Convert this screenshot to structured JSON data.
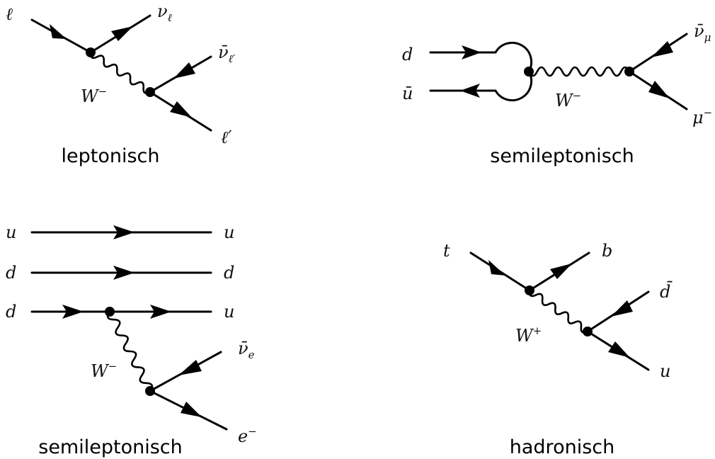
{
  "diagrams": {
    "leptonic": {
      "caption": "leptonisch",
      "in_label": "ℓ",
      "nu_label": "ν",
      "nu_sub": "ℓ",
      "anti_nu_label": "ν̄",
      "anti_nu_sub": "ℓ′",
      "out_label": "ℓ′",
      "boson": "W",
      "boson_charge": "−"
    },
    "semileptonic_meson": {
      "caption": "semileptonisch",
      "quark_label": "d",
      "antiquark_label": "ū",
      "anti_nu_label": "ν̄",
      "anti_nu_sub": "μ",
      "lepton_label": "μ",
      "lepton_charge": "−",
      "boson": "W",
      "boson_charge": "−"
    },
    "semileptonic_baryon": {
      "caption": "semileptonisch",
      "in_u": "u",
      "in_d1": "d",
      "in_d2": "d",
      "out_u1": "u",
      "out_d": "d",
      "out_u2": "u",
      "anti_nu_label": "ν̄",
      "anti_nu_sub": "e",
      "electron_label": "e",
      "electron_charge": "−",
      "boson": "W",
      "boson_charge": "−"
    },
    "hadronic": {
      "caption": "hadronisch",
      "top_label": "t",
      "bottom_label": "b",
      "anti_d_label": "d̄",
      "up_label": "u",
      "boson": "W",
      "boson_charge": "+"
    }
  }
}
